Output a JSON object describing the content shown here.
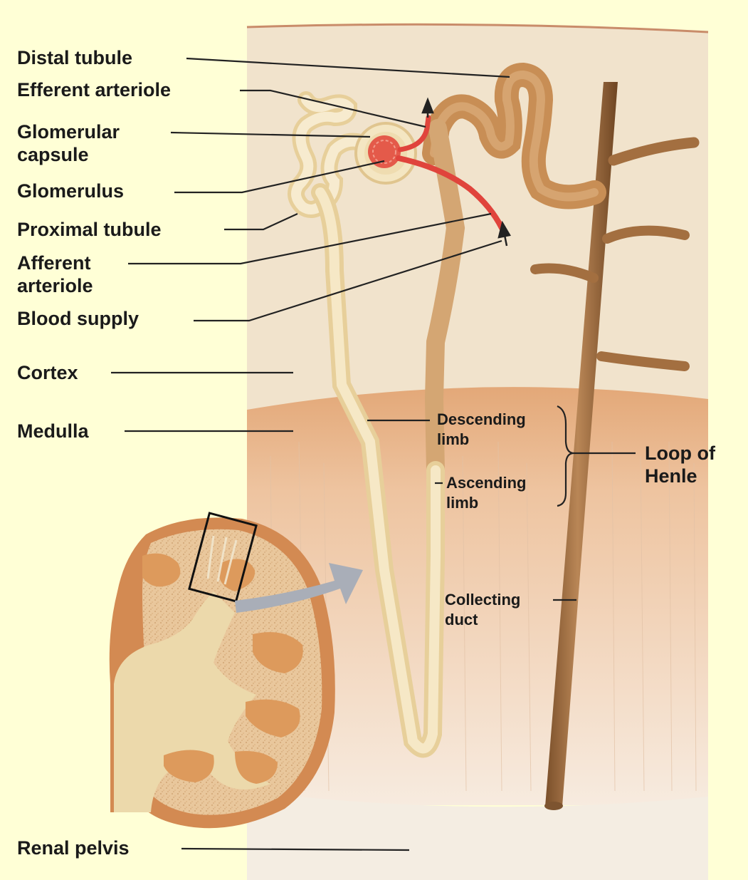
{
  "labels": {
    "distal_tubule": "Distal tubule",
    "efferent_arteriole": "Efferent arteriole",
    "glomerular_capsule_1": "Glomerular",
    "glomerular_capsule_2": "capsule",
    "glomerulus": "Glomerulus",
    "proximal_tubule": "Proximal tubule",
    "afferent_arteriole_1": "Afferent",
    "afferent_arteriole_2": "arteriole",
    "blood_supply": "Blood supply",
    "cortex": "Cortex",
    "medulla": "Medulla",
    "renal_pelvis": "Renal pelvis",
    "descending_limb_1": "Descending",
    "descending_limb_2": "limb",
    "ascending_limb_1": "Ascending",
    "ascending_limb_2": "limb",
    "loop_of_henle_1": "Loop of",
    "loop_of_henle_2": "Henle",
    "collecting_duct_1": "Collecting",
    "collecting_duct_2": "duct"
  },
  "colors": {
    "page_background": "#ffffd6",
    "cortex": "#f1e3cc",
    "medulla": "#e8b88a",
    "pelvis": "#f4ede2",
    "collecting_duct": "#9a6a3c",
    "tubule_light": "#f3e1b4",
    "tubule_tan": "#cfa06a",
    "arteriole": "#e0443c",
    "kidney_outer": "#d7935c",
    "kidney_inner": "#e8c49a",
    "pyramid": "#dd9a5c",
    "arrow_gray": "#a9aeb8"
  }
}
